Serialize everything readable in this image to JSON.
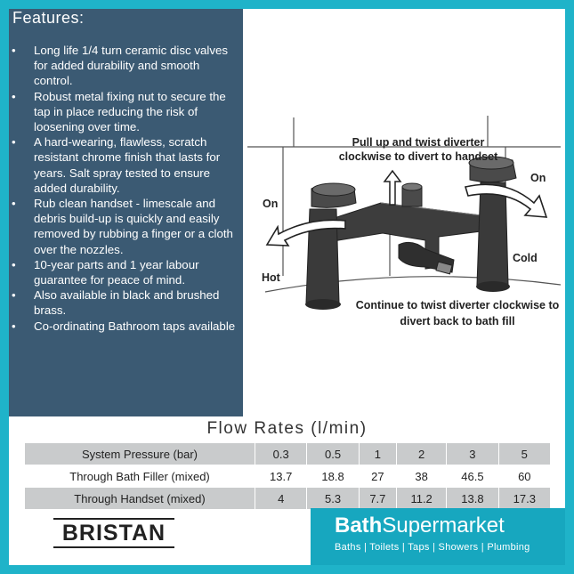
{
  "features": {
    "title": "Features:",
    "items": [
      "Long life 1/4 turn ceramic disc valves for added durability and smooth control.",
      "Robust metal fixing nut to secure the tap in place reducing the risk of loosening over time.",
      "A hard-wearing, flawless, scratch resistant chrome finish that lasts for years. Salt spray tested to ensure added durability.",
      "Rub clean handset - limescale and debris build-up is quickly and easily removed by rubbing a finger or a cloth over the nozzles.",
      "10-year parts and 1 year labour guarantee for peace of mind.",
      "Also available in black and brushed brass.",
      "Co-ordinating Bathroom taps available"
    ]
  },
  "diagram": {
    "pull_up": "Pull up and twist diverter clockwise to divert to handset",
    "on_left": "On",
    "on_right": "On",
    "hot": "Hot",
    "cold": "Cold",
    "continue": "Continue to twist diverter clockwise to divert back to bath fill"
  },
  "flow": {
    "title": "Flow Rates (l/min)",
    "rows": [
      {
        "label": "System Pressure (bar)",
        "values": [
          "0.3",
          "0.5",
          "1",
          "2",
          "3",
          "5"
        ]
      },
      {
        "label": "Through Bath Filler (mixed)",
        "values": [
          "13.7",
          "18.8",
          "27",
          "38",
          "46.5",
          "60"
        ]
      },
      {
        "label": "Through Handset (mixed)",
        "values": [
          "4",
          "5.3",
          "7.7",
          "11.2",
          "13.8",
          "17.3"
        ]
      }
    ]
  },
  "brand": {
    "bristan": "BRISTAN",
    "bsm_name_bold": "Bath",
    "bsm_name_rest": "Supermarket",
    "bsm_tagline": "Baths | Toilets | Taps | Showers | Plumbing"
  },
  "colors": {
    "frame": "#1fb3c9",
    "features_panel": "#3b5a73",
    "table_stripe": "#c9cbcc",
    "bsm_panel": "#17a7bf"
  }
}
